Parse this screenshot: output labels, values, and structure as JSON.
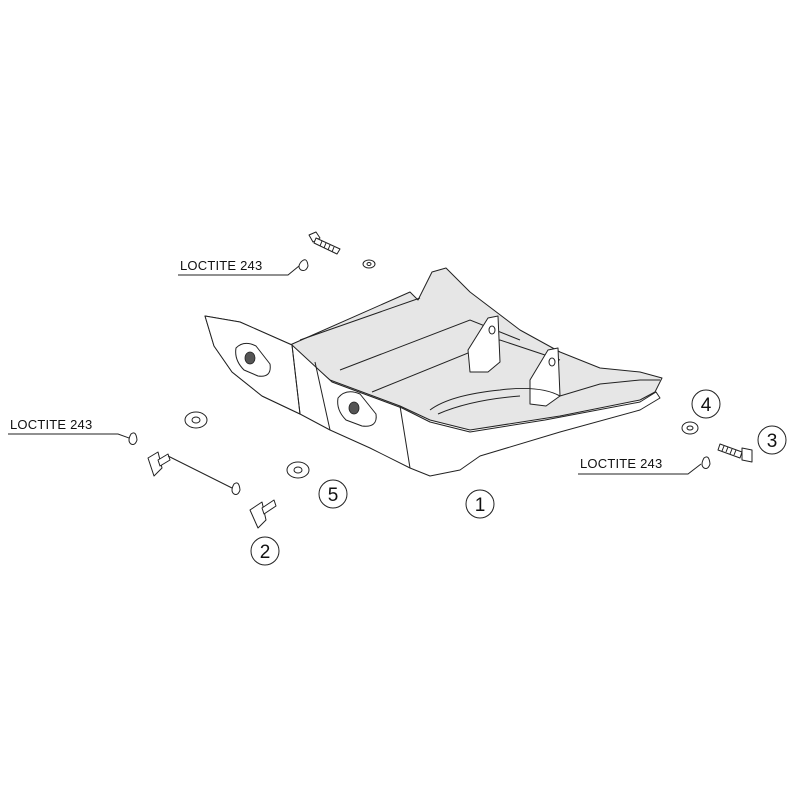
{
  "callouts": {
    "loctite_top": "LOCTITE 243",
    "loctite_left": "LOCTITE 243",
    "loctite_right": "LOCTITE 243"
  },
  "part_numbers": {
    "p1": "1",
    "p2": "2",
    "p3": "3",
    "p4": "4",
    "p5": "5"
  }
}
